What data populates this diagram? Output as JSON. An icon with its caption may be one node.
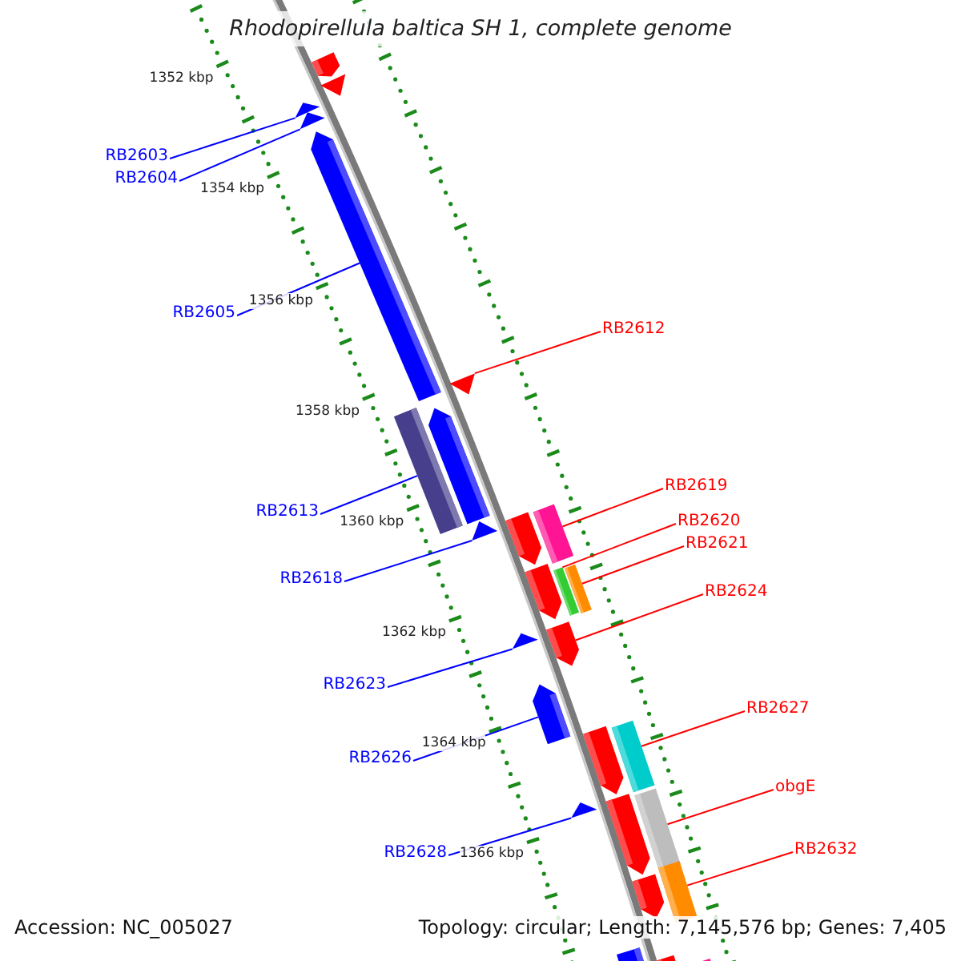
{
  "diagram": {
    "title": "Rhodopirellula baltica SH 1, complete genome",
    "nodes": [
      {
        "text": [
          "RB2603"
        ]
      },
      {
        "text": [
          "RB2604"
        ]
      },
      {
        "text": [
          "RB2605"
        ]
      },
      {
        "text": [
          "RB2612"
        ]
      },
      {
        "text": [
          "RB2619"
        ]
      },
      {
        "text": [
          "RB2613"
        ]
      },
      {
        "text": [
          "RB2620"
        ]
      },
      {
        "text": [
          "RB2621"
        ]
      },
      {
        "text": [
          "RB2618"
        ]
      },
      {
        "text": [
          "RB2624"
        ]
      },
      {
        "text": [
          "RB2623"
        ]
      },
      {
        "text": [
          "RB2627"
        ]
      },
      {
        "text": [
          "RB2626"
        ]
      },
      {
        "text": [
          "obgE"
        ]
      },
      {
        "text": [
          "RB2632"
        ]
      },
      {
        "text": [
          "RB2628"
        ]
      },
      {
        "text": [],
        "shape": "arrow"
      },
      {
        "text": [],
        "shape": "arrow"
      },
      {
        "text": [],
        "shape": "arrow"
      },
      {
        "text": [],
        "shape": "arrow"
      },
      {
        "text": [],
        "shape": "arrow"
      },
      {
        "text": [],
        "shape": "arrow"
      },
      {
        "text": [],
        "shape": "arrow"
      },
      {
        "text": [],
        "shape": "bar"
      },
      {
        "text": [],
        "shape": "arrow"
      },
      {
        "text": [],
        "shape": "arrow"
      },
      {
        "text": [],
        "shape": "bar"
      },
      {
        "text": [],
        "shape": "arrow"
      },
      {
        "text": [],
        "shape": "bar"
      },
      {
        "text": [],
        "shape": "bar"
      },
      {
        "text": [],
        "shape": "arrow"
      },
      {
        "text": [],
        "shape": "arrow"
      },
      {
        "text": [],
        "shape": "arrow"
      },
      {
        "text": [],
        "shape": "arrow"
      },
      {
        "text": [],
        "shape": "bar"
      },
      {
        "text": [],
        "shape": "arrow"
      },
      {
        "text": [],
        "shape": "arrow"
      },
      {
        "text": [],
        "shape": "bar"
      },
      {
        "text": [],
        "shape": "arrow"
      },
      {
        "text": [],
        "shape": "bar"
      },
      {
        "text": [],
        "shape": "bar"
      },
      {
        "text": [],
        "shape": "bar"
      },
      {
        "text": [],
        "shape": "bar"
      }
    ],
    "edges": [
      {
        "from": 0,
        "to": 18,
        "arrow": "none",
        "color": "#0000ff"
      },
      {
        "from": 1,
        "to": 19,
        "arrow": "none",
        "color": "#0000ff"
      },
      {
        "from": 2,
        "to": 20,
        "arrow": "none",
        "color": "#0000ff"
      },
      {
        "from": 3,
        "to": 21,
        "arrow": "none",
        "color": "#ff0000"
      },
      {
        "from": 4,
        "to": 26,
        "arrow": "none",
        "color": "#ff0000"
      },
      {
        "from": 5,
        "to": 23,
        "arrow": "none",
        "color": "#0000ff"
      },
      {
        "from": 6,
        "to": 28,
        "arrow": "none",
        "color": "#ff0000"
      },
      {
        "from": 7,
        "to": 29,
        "arrow": "none",
        "color": "#ff0000"
      },
      {
        "from": 8,
        "to": 24,
        "arrow": "none",
        "color": "#0000ff"
      },
      {
        "from": 9,
        "to": 31,
        "arrow": "none",
        "color": "#ff0000"
      },
      {
        "from": 10,
        "to": 30,
        "arrow": "none",
        "color": "#0000ff"
      },
      {
        "from": 11,
        "to": 34,
        "arrow": "none",
        "color": "#ff0000"
      },
      {
        "from": 12,
        "to": 32,
        "arrow": "none",
        "color": "#0000ff"
      },
      {
        "from": 13,
        "to": 37,
        "arrow": "none",
        "color": "#ff0000"
      },
      {
        "from": 14,
        "to": 39,
        "arrow": "none",
        "color": "#ff0000"
      },
      {
        "from": 15,
        "to": 35,
        "arrow": "none",
        "color": "#0000ff"
      }
    ],
    "labels": [
      "1352 kbp",
      "1354 kbp",
      "1356 kbp",
      "1358 kbp",
      "1360 kbp",
      "1362 kbp",
      "1364 kbp",
      "1366 kbp",
      "Accession: NC_005027",
      "Topology: circular; Length: 7,145,576 bp; Genes: 7,405"
    ]
  }
}
